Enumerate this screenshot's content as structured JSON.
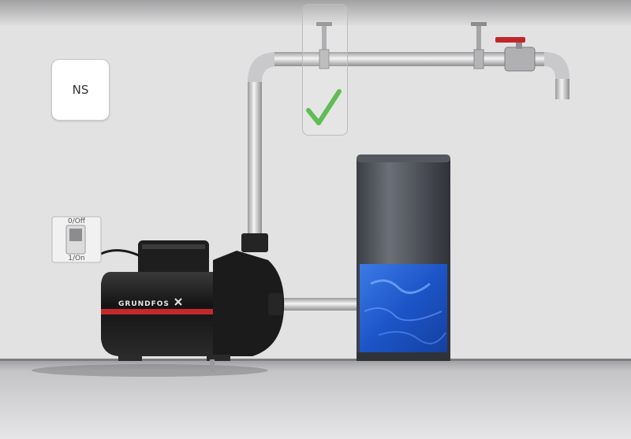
{
  "indicator": {
    "label": "NS"
  },
  "switch": {
    "off_label": "0/Off",
    "on_label": "1/On"
  },
  "pump": {
    "brand": "GRUNDFOS"
  },
  "status": {
    "check": "success"
  },
  "colors": {
    "wall": "#e2e2e3",
    "water": "#1f5fd4",
    "valve_handle": "#c0262b",
    "check": "#49b43c",
    "pump_body": "#1c1c1c",
    "pump_stripe": "#c3282d"
  }
}
